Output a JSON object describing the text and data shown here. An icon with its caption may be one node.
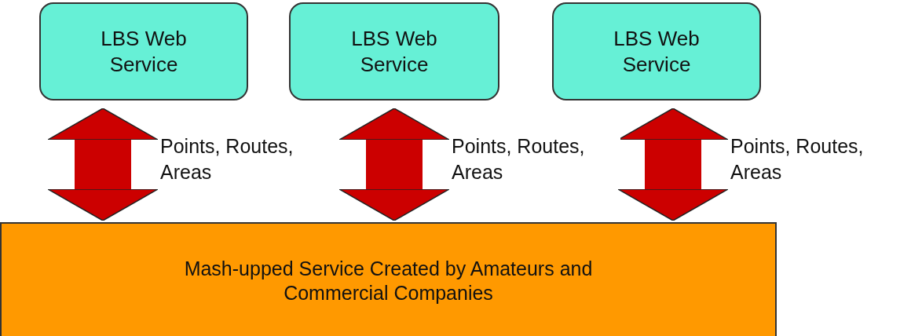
{
  "diagram": {
    "nodes": [
      {
        "text": [
          "LBS Web Service"
        ]
      },
      {
        "text": [
          "LBS Web Service"
        ]
      },
      {
        "text": [
          "LBS Web Service"
        ]
      },
      {
        "text": [
          "Mash-upped Service Created by Amateurs and Commercial Companies"
        ]
      }
    ],
    "edges": [
      {
        "from": 3,
        "to": 0,
        "arrow": "both",
        "label": "Points, Routes, Areas"
      },
      {
        "from": 3,
        "to": 1,
        "arrow": "both",
        "label": "Points, Routes, Areas"
      },
      {
        "from": 3,
        "to": 2,
        "arrow": "both",
        "label": "Points, Routes, Areas"
      }
    ]
  }
}
